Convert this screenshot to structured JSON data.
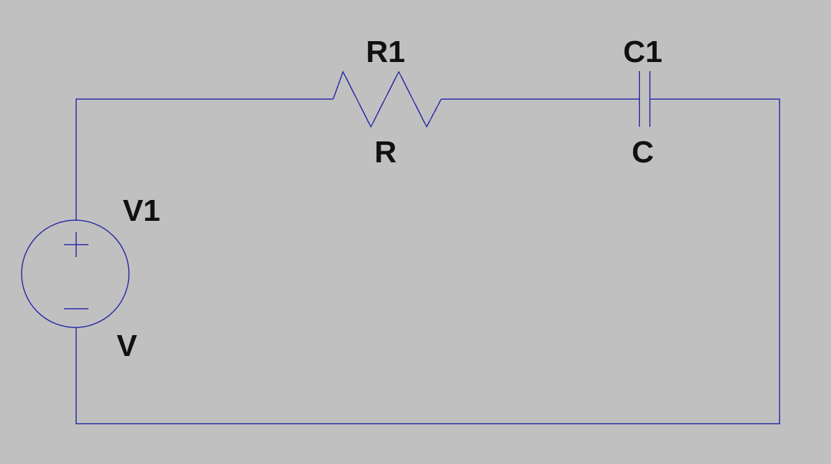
{
  "components": {
    "resistor": {
      "designator": "R1",
      "value": "R"
    },
    "capacitor": {
      "designator": "C1",
      "value": "C"
    },
    "voltage_source": {
      "designator": "V1",
      "value": "V",
      "positive_symbol": "+",
      "negative_symbol": "−"
    }
  },
  "colors": {
    "background": "#c0c0c0",
    "wire": "#2a2aa8",
    "label": "#111111"
  }
}
